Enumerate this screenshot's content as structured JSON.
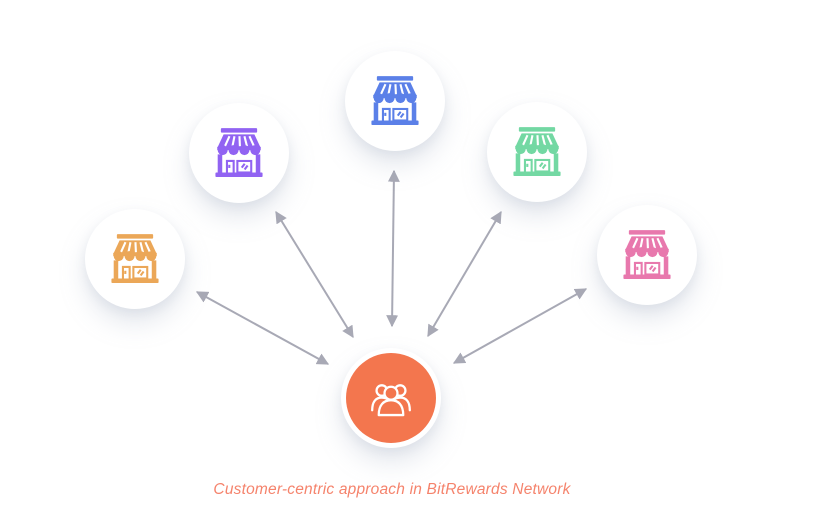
{
  "diagram": {
    "caption": "Customer-centric approach in BitRewards Network",
    "caption_color": "#F5836C",
    "arrow_color": "#A8A9B5",
    "background_color": "#FFFFFF",
    "center_node": {
      "label": "customers",
      "icon": "people-group-icon",
      "bg_color": "#F3764E",
      "icon_color": "#FFFFFF"
    },
    "store_nodes": [
      {
        "label": "store-orange",
        "icon": "storefront-icon",
        "color": "#EBA758"
      },
      {
        "label": "store-purple",
        "icon": "storefront-icon",
        "color": "#9163F2"
      },
      {
        "label": "store-blue",
        "icon": "storefront-icon",
        "color": "#5B80E8"
      },
      {
        "label": "store-green",
        "icon": "storefront-icon",
        "color": "#73D8A3"
      },
      {
        "label": "store-pink",
        "icon": "storefront-icon",
        "color": "#E878AD"
      }
    ],
    "connections": [
      {
        "from": "store-orange",
        "to": "customers",
        "bidirectional": true
      },
      {
        "from": "store-purple",
        "to": "customers",
        "bidirectional": true
      },
      {
        "from": "store-blue",
        "to": "customers",
        "bidirectional": true
      },
      {
        "from": "store-green",
        "to": "customers",
        "bidirectional": true
      },
      {
        "from": "store-pink",
        "to": "customers",
        "bidirectional": true
      }
    ]
  }
}
